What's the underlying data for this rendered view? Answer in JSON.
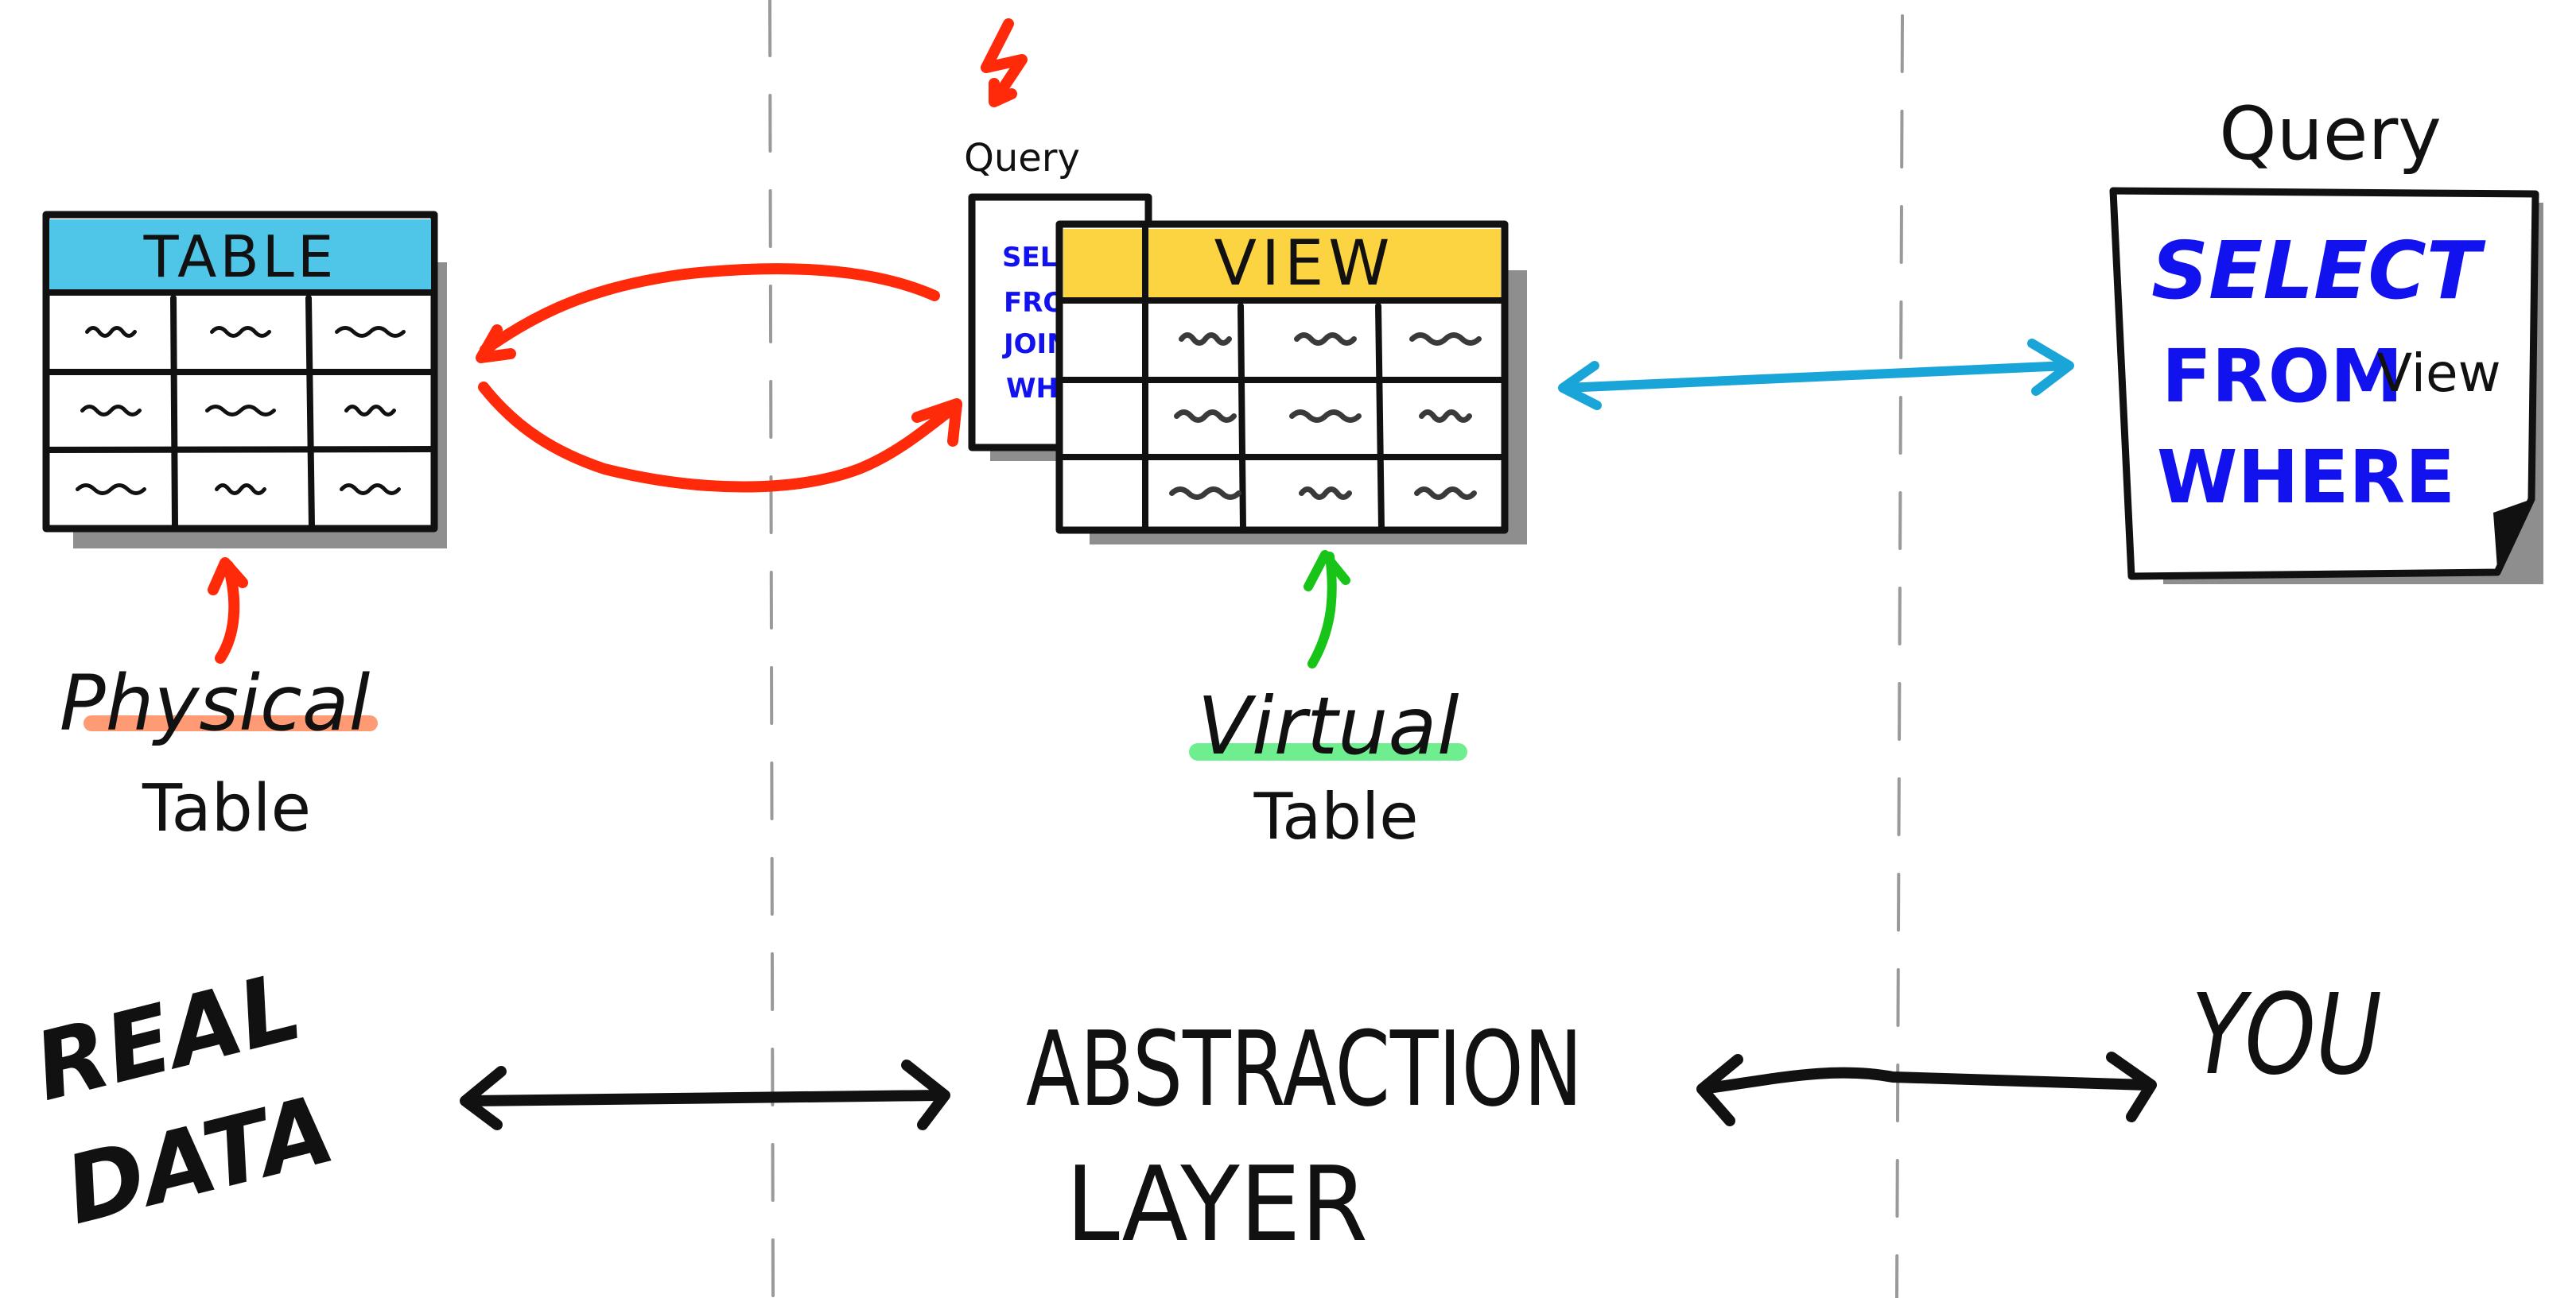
{
  "colors": {
    "table_header": "#4fc6e8",
    "view_header": "#fcd441",
    "sql_keyword": "#1212ee",
    "red_arrow": "#ff2a0a",
    "green_arrow": "#17c417",
    "blue_arrow": "#1aa5d8",
    "physical_highlight": "#ff7a45",
    "virtual_highlight": "#3ee86a",
    "ink": "#111111"
  },
  "physical_table": {
    "header": "TABLE",
    "rows": 3,
    "columns": 3,
    "label_line1": "Physical",
    "label_line2": "Table"
  },
  "view": {
    "header": "VIEW",
    "rows": 3,
    "columns": 3,
    "label_line1": "Virtual",
    "label_line2": "Table",
    "query_title": "Query",
    "query_lines": [
      "SELECT ·",
      "FROM ··",
      "JOIN ··",
      "WHERE"
    ]
  },
  "user_query": {
    "title": "Query",
    "line1_keyword": "SELECT",
    "line2_keyword": "FROM",
    "line2_object": "View",
    "line3_keyword": "WHERE"
  },
  "bottom_labels": {
    "real_data_line1": "REAL",
    "real_data_line2": "DATA",
    "abstraction_line1": "ABSTRACTION",
    "abstraction_line2": "LAYER",
    "you": "YOU"
  }
}
